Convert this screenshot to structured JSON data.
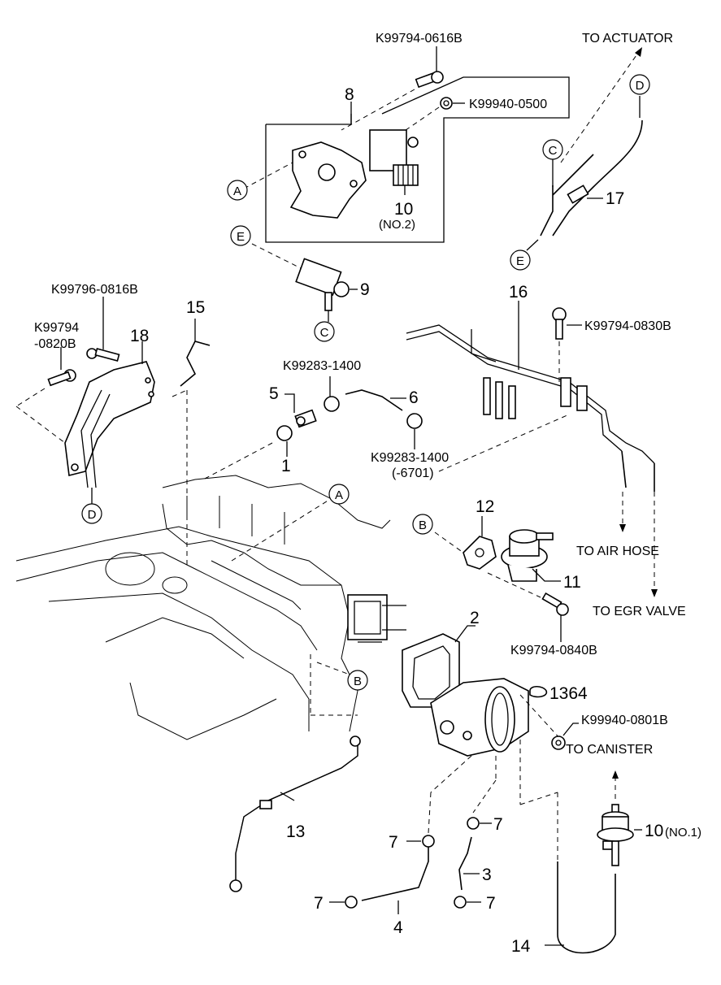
{
  "diagram": {
    "title": "",
    "part_numbers": [
      {
        "id": "pn-k99794-0616b",
        "text": "K99794-0616B"
      },
      {
        "id": "pn-k99940-0500",
        "text": "K99940-0500"
      },
      {
        "id": "pn-k99796-0816b",
        "text": "K99796-0816B"
      },
      {
        "id": "pn-k99794-0820b-1",
        "text": "K99794"
      },
      {
        "id": "pn-k99794-0820b-2",
        "text": "-0820B"
      },
      {
        "id": "pn-k99283-1400-a",
        "text": "K99283-1400"
      },
      {
        "id": "pn-k99283-1400-b",
        "text": "K99283-1400"
      },
      {
        "id": "pn-k99283-1400-b2",
        "text": "(-6701)"
      },
      {
        "id": "pn-k99794-0830b",
        "text": "K99794-0830B"
      },
      {
        "id": "pn-k99794-0840b",
        "text": "K99794-0840B"
      },
      {
        "id": "pn-k99940-0801b",
        "text": "K99940-0801B"
      }
    ],
    "callouts": {
      "c1": "1",
      "c2": "2",
      "c3": "3",
      "c4": "4",
      "c5": "5",
      "c6": "6",
      "c7a": "7",
      "c7b": "7",
      "c7c": "7",
      "c7d": "7",
      "c8": "8",
      "c9": "9",
      "c10a": "10",
      "c10a_sub": "(NO.2)",
      "c10b": "10",
      "c10b_sub": "(NO.1)",
      "c11": "11",
      "c12": "12",
      "c13": "13",
      "c14": "14",
      "c15": "15",
      "c16": "16",
      "c17": "17",
      "c18": "18",
      "c1364": "1364"
    },
    "connectors": {
      "A": "A",
      "B": "B",
      "C": "C",
      "D": "D",
      "E": "E"
    },
    "destinations": {
      "actuator": "TO ACTUATOR",
      "air_hose": "TO AIR HOSE",
      "egr_valve": "TO EGR VALVE",
      "canister": "TO CANISTER"
    }
  }
}
